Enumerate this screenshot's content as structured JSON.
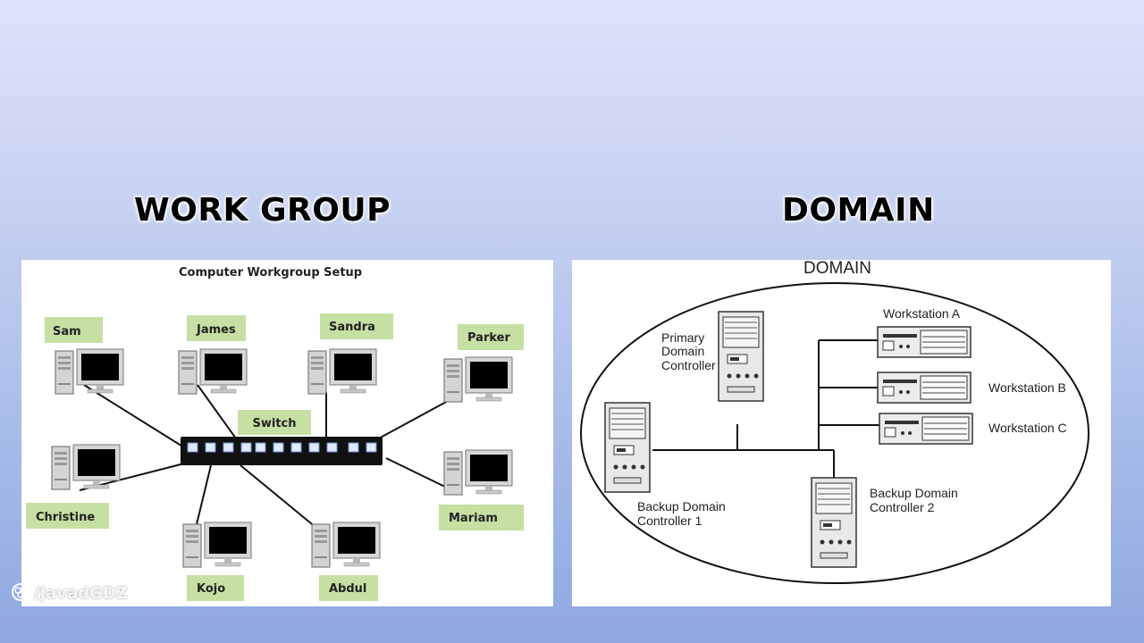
{
  "headings": {
    "workgroup": "WORK GROUP",
    "domain": "DOMAIN"
  },
  "workgroup_diagram": {
    "title": "Computer Workgroup Setup",
    "switch_label": "Switch",
    "computers": [
      "Sam",
      "James",
      "Sandra",
      "Parker",
      "Christine",
      "Mariam",
      "Kojo",
      "Abdul"
    ]
  },
  "domain_diagram": {
    "title": "DOMAIN",
    "primary_controller": [
      "Primary",
      "Domain",
      "Controller"
    ],
    "backup_controller_1": [
      "Backup Domain",
      "Controller 1"
    ],
    "backup_controller_2": [
      "Backup Domain",
      "Controller 2"
    ],
    "workstations": [
      "Workstation A",
      "Workstation B",
      "Workstation C"
    ]
  },
  "watermark": {
    "icon": "camera-lens-icon",
    "text": "/JavadGDZ"
  },
  "colors": {
    "label_bg": "#c6e0a4",
    "switch_bg": "#111111",
    "port_color": "#dfe9ff"
  }
}
